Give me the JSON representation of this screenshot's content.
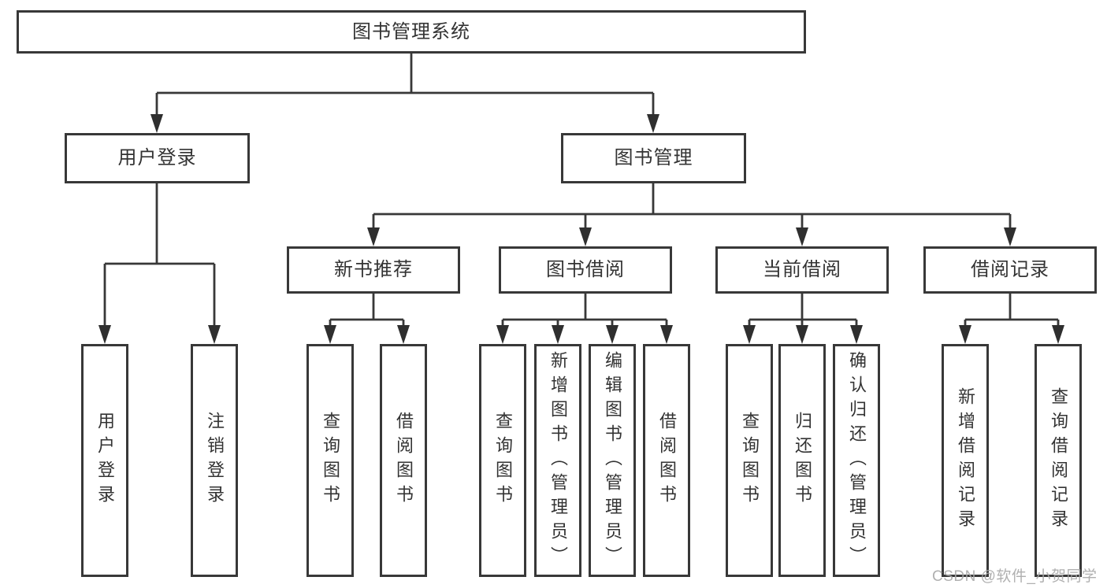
{
  "diagram": {
    "title": "图书管理系统",
    "watermark": "CSDN @软件_小贺同学",
    "colors": {
      "line": "#383838",
      "box_border": "#383838",
      "box_background": "#ffffff",
      "text": "#333333",
      "watermark_text": "#a8a8a8"
    },
    "nodes": {
      "root": {
        "label": "图书管理系统"
      },
      "level1": [
        {
          "label": "用户登录"
        },
        {
          "label": "图书管理"
        }
      ],
      "level2": [
        {
          "label": "新书推荐"
        },
        {
          "label": "图书借阅"
        },
        {
          "label": "当前借阅"
        },
        {
          "label": "借阅记录"
        }
      ],
      "level3": [
        {
          "label": "用户登录"
        },
        {
          "label": "注销登录"
        },
        {
          "label": "查询图书"
        },
        {
          "label": "借阅图书"
        },
        {
          "label": "查询图书"
        },
        {
          "label": "新增图书（管理员）"
        },
        {
          "label": "编辑图书（管理员）"
        },
        {
          "label": "借阅图书"
        },
        {
          "label": "查询图书"
        },
        {
          "label": "归还图书"
        },
        {
          "label": "确认归还（管理员）"
        },
        {
          "label": "新增借阅记录"
        },
        {
          "label": "查询借阅记录"
        }
      ]
    },
    "tree": {
      "图书管理系统": {
        "用户登录": [
          "用户登录",
          "注销登录"
        ],
        "图书管理": {
          "新书推荐": [
            "查询图书",
            "借阅图书"
          ],
          "图书借阅": [
            "查询图书",
            "新增图书（管理员）",
            "编辑图书（管理员）",
            "借阅图书"
          ],
          "当前借阅": [
            "查询图书",
            "归还图书",
            "确认归还（管理员）"
          ],
          "借阅记录": [
            "新增借阅记录",
            "查询借阅记录"
          ]
        }
      }
    }
  }
}
